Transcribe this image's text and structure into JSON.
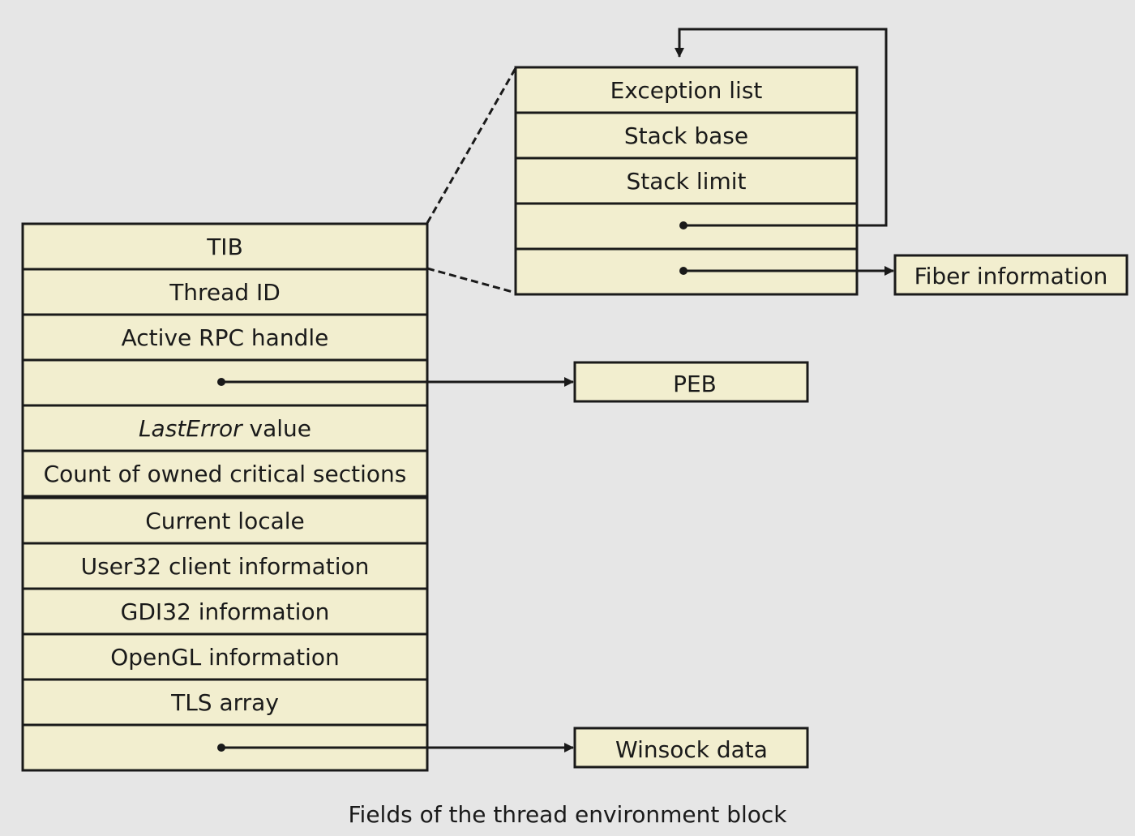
{
  "colors": {
    "background": "#e6e6e6",
    "cell_fill": "#f2eecf",
    "stroke": "#1a1a1a"
  },
  "teb": {
    "fields": [
      {
        "label": "TIB"
      },
      {
        "label": "Thread ID"
      },
      {
        "label": "Active RPC handle"
      },
      {
        "label": "",
        "pointer_to": "PEB"
      },
      {
        "label_italic": "LastError",
        "label": " value"
      },
      {
        "label": "Count of owned critical sections"
      },
      {
        "label": "Current locale"
      },
      {
        "label": "User32 client information"
      },
      {
        "label": "GDI32 information"
      },
      {
        "label": "OpenGL information"
      },
      {
        "label": "TLS array"
      },
      {
        "label": "",
        "pointer_to": "Winsock data"
      }
    ]
  },
  "tib": {
    "fields": [
      {
        "label": "Exception list"
      },
      {
        "label": "Stack base"
      },
      {
        "label": "Stack limit"
      },
      {
        "label": "",
        "pointer_to": "Exception list"
      },
      {
        "label": "",
        "pointer_to": "Fiber information"
      }
    ]
  },
  "targets": {
    "fiber": "Fiber information",
    "peb": "PEB",
    "winsock": "Winsock data"
  },
  "caption": "Fields of the thread environment block"
}
